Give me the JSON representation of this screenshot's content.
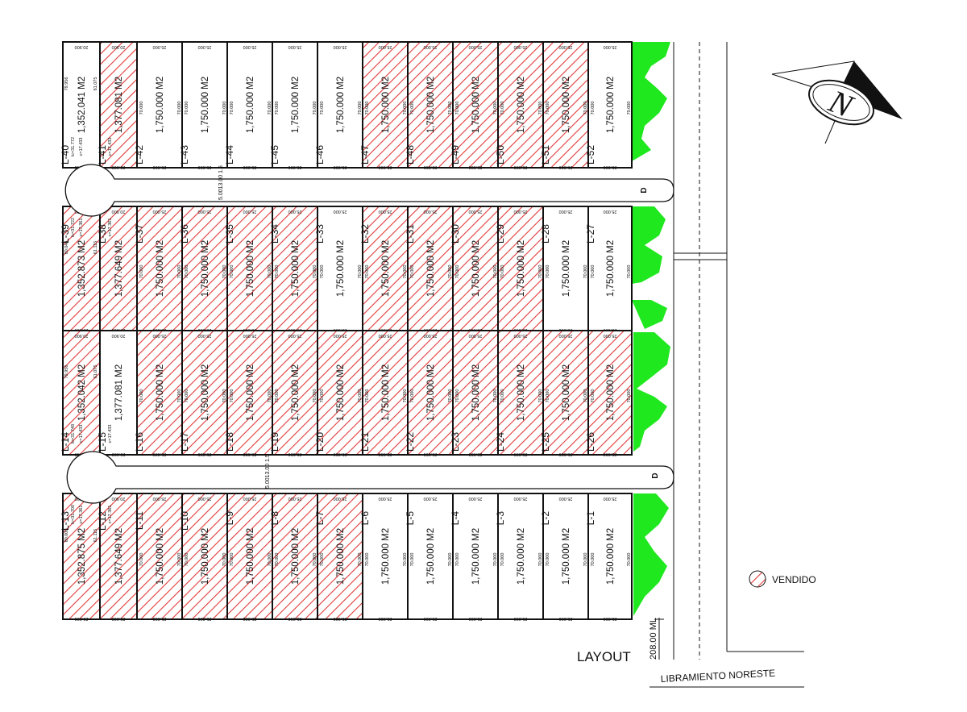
{
  "layout_title": "LAYOUT",
  "road_name": "LIBRAMIENTO NORESTE",
  "frontage_label": "208.00 ML",
  "legend": {
    "label": "VENDIDO",
    "sold_color": "#e23b3b"
  },
  "north_label": "N",
  "street_width_label": "5.0013.00 1.5",
  "end_mark": "D",
  "colors": {
    "line": "#111111",
    "green": "#1fe81f",
    "hatch": "#e23b3b"
  },
  "std_area": "1,750.000 M2",
  "std_front": "25.000",
  "std_depth": "70.000",
  "blocks": [
    {
      "id": "A",
      "lots": [
        {
          "id": "L-40",
          "area": "1,352.041 M2",
          "sold": false,
          "dims": [
            "20.900",
            "79.956",
            "61.075"
          ],
          "curve": [
            "lc=31.772",
            "c=17.433"
          ]
        },
        {
          "id": "L-41",
          "area": "1,377.081 M2",
          "sold": true,
          "dims": [
            "20.900"
          ],
          "curve": [
            "c=17.433"
          ]
        },
        {
          "id": "L-42",
          "area": "1,750.000 M2",
          "sold": false
        },
        {
          "id": "L-43",
          "area": "1,750.000 M2",
          "sold": false
        },
        {
          "id": "L-44",
          "area": "1,750.000 M2",
          "sold": false
        },
        {
          "id": "L-45",
          "area": "1,750.000 M2",
          "sold": false
        },
        {
          "id": "L-46",
          "area": "1,750.000 M2",
          "sold": false
        },
        {
          "id": "L-47",
          "area": "1,750.000 M2",
          "sold": true
        },
        {
          "id": "L-48",
          "area": "1,750.000 M2",
          "sold": true
        },
        {
          "id": "L-49",
          "area": "1,750.000 M2",
          "sold": true
        },
        {
          "id": "L-50",
          "area": "1,750.000 M2",
          "sold": true
        },
        {
          "id": "L-51",
          "area": "1,750.000 M2",
          "sold": true
        },
        {
          "id": "L-52",
          "area": "1,750.000 M2",
          "sold": false
        }
      ]
    },
    {
      "id": "B",
      "lots": [
        {
          "id": "L-39",
          "area": "1,352.873 M2",
          "sold": true,
          "dims": [
            "20.900",
            "80.044",
            "61.115"
          ],
          "curve": [
            "lc=31.722",
            "c=17.361"
          ]
        },
        {
          "id": "L-38",
          "area": "1,377.649 M2",
          "sold": true,
          "dims": [
            "20.900"
          ],
          "curve": [
            "c=17.361"
          ]
        },
        {
          "id": "L-37",
          "area": "1,750.000 M2",
          "sold": true
        },
        {
          "id": "L-36",
          "area": "1,750.000 M2",
          "sold": true
        },
        {
          "id": "L-35",
          "area": "1,750.000 M2",
          "sold": true
        },
        {
          "id": "L-34",
          "area": "1,750.000 M2",
          "sold": true
        },
        {
          "id": "L-33",
          "area": "1,750.000 M2",
          "sold": false
        },
        {
          "id": "L-32",
          "area": "1,750.000 M2",
          "sold": true
        },
        {
          "id": "L-31",
          "area": "1,750.000 M2",
          "sold": true
        },
        {
          "id": "L-30",
          "area": "1,750.000 M2",
          "sold": true
        },
        {
          "id": "L-29",
          "area": "1,750.000 M2",
          "sold": true
        },
        {
          "id": "L-28",
          "area": "1,750.000 M2",
          "sold": false
        },
        {
          "id": "L-27",
          "area": "1,750.000 M2",
          "sold": false
        }
      ]
    },
    {
      "id": "C",
      "lots": [
        {
          "id": "L-14",
          "area": "1,352.042 M2",
          "sold": true,
          "dims": [
            "20.900",
            "79.956",
            "61.075"
          ],
          "curve": [
            "lc=31.748",
            "c=17.433"
          ]
        },
        {
          "id": "L-15",
          "area": "1,377.081 M2",
          "sold": false,
          "dims": [
            "20.900"
          ],
          "curve": [
            "c=17.433"
          ]
        },
        {
          "id": "L-16",
          "area": "1,750.000 M2",
          "sold": true
        },
        {
          "id": "L-17",
          "area": "1,750.000 M2",
          "sold": true
        },
        {
          "id": "L-18",
          "area": "1,750.000 M2",
          "sold": true
        },
        {
          "id": "L-19",
          "area": "1,750.000 M2",
          "sold": true
        },
        {
          "id": "L-20",
          "area": "1,750.000 M2",
          "sold": true
        },
        {
          "id": "L-21",
          "area": "1,750.000 M2",
          "sold": true
        },
        {
          "id": "L-22",
          "area": "1,750.000 M2",
          "sold": true
        },
        {
          "id": "L-23",
          "area": "1,750.000 M2",
          "sold": true
        },
        {
          "id": "L-24",
          "area": "1,750.000 M2",
          "sold": true
        },
        {
          "id": "L-25",
          "area": "1,750.000 M2",
          "sold": true
        },
        {
          "id": "L-26",
          "area": "1,750.000 M2",
          "sold": true
        }
      ]
    },
    {
      "id": "D",
      "lots": [
        {
          "id": "L-13",
          "area": "1,352.875 M2",
          "sold": true,
          "dims": [
            "20.900",
            "80.000",
            "61.115"
          ],
          "curve": [
            "lc=31.700",
            "c=17.361"
          ]
        },
        {
          "id": "L-12",
          "area": "1,377.649 M2",
          "sold": true,
          "dims": [
            "20.900"
          ],
          "curve": [
            "c=17.361"
          ]
        },
        {
          "id": "L-11",
          "area": "1,750.000 M2",
          "sold": true
        },
        {
          "id": "L-10",
          "area": "1,750.000 M2",
          "sold": true
        },
        {
          "id": "L-9",
          "area": "1,750.000 M2",
          "sold": true
        },
        {
          "id": "L-8",
          "area": "1,750.000 M2",
          "sold": true
        },
        {
          "id": "L-7",
          "area": "1,750.000 M2",
          "sold": true
        },
        {
          "id": "L-6",
          "area": "1,750.000 M2",
          "sold": false
        },
        {
          "id": "L-5",
          "area": "1,750.000 M2",
          "sold": false
        },
        {
          "id": "L-4",
          "area": "1,750.000 M2",
          "sold": false
        },
        {
          "id": "L-3",
          "area": "1,750.000 M2",
          "sold": false
        },
        {
          "id": "L-2",
          "area": "1,750.000 M2",
          "sold": false
        },
        {
          "id": "L-1",
          "area": "1,750.000 M2",
          "sold": false
        }
      ]
    }
  ]
}
